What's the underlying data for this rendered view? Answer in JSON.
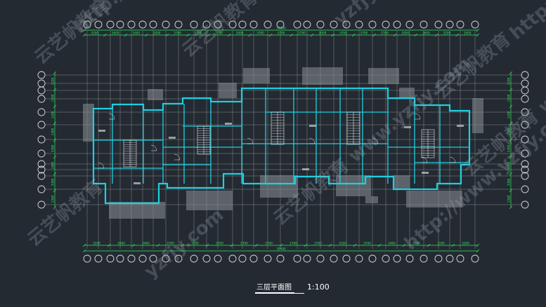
{
  "drawing": {
    "title": "三层平面图",
    "scale": "1:100"
  },
  "colors": {
    "background": "#232a32",
    "walls": "#1ecfe0",
    "dimensions": "#2fe85a",
    "axis_lines": "#d8d8d8",
    "text": "#ffffff",
    "fill_gray": "#8a8f96"
  },
  "dimensions": {
    "top_segments": [
      "3200",
      "2600",
      "1600",
      "2000",
      "3700",
      "3700",
      "2700",
      "2000",
      "3700",
      "3700",
      "2700",
      "2000",
      "3700",
      "3700",
      "2700",
      "2000",
      "3600",
      "3200",
      "2000"
    ],
    "top_total": "39400",
    "bottom_segments": [
      "3200",
      "2600",
      "3400",
      "3700",
      "3200",
      "3700",
      "2700",
      "3700",
      "2700",
      "3700",
      "3200",
      "3700",
      "3400",
      "2600",
      "3200",
      "3200"
    ],
    "bottom_total": "39400",
    "left_segments": [
      "1200",
      "1500",
      "1200",
      "1500",
      "3300",
      "1800",
      "3300",
      "1500"
    ],
    "right_segments": [
      "1200",
      "1500",
      "1200",
      "1500",
      "3300",
      "1800",
      "3300",
      "1500"
    ]
  },
  "watermarks": [
    "云艺帆教育",
    "http://www.yzfjy.com",
    "云艺帆教育 www.yzfjy.com",
    "yzfjy.com"
  ]
}
